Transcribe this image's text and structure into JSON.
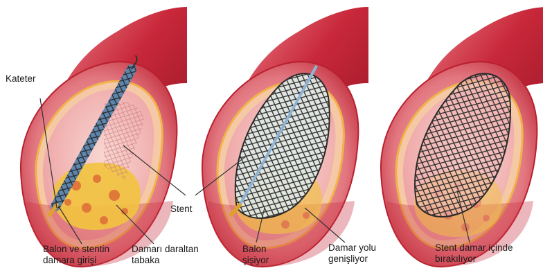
{
  "labels": {
    "kateter": "Kateter",
    "stent": "Stent",
    "balon_giris": [
      "Balon ve stentin",
      "damara girişi"
    ],
    "daraltan": [
      "Damarı daraltan",
      "tabaka"
    ],
    "balon_sisiyor": [
      "Balon",
      "şişiyor"
    ],
    "damar_yolu": [
      "Damar yolu",
      "genişliyor"
    ],
    "stent_birakiliyor": [
      "Stent damar içinde",
      "bırakılıyor"
    ]
  },
  "colors": {
    "artery_outer": "#b8202e",
    "artery_mid": "#e88c93",
    "artery_inner": "#f6c6c4",
    "plaque": "#f2c33e",
    "catheter": "#7fa6c8",
    "stent_wire": "#2a2a2a",
    "balloon": "#dfe8e4",
    "leader_line": "#333333"
  }
}
